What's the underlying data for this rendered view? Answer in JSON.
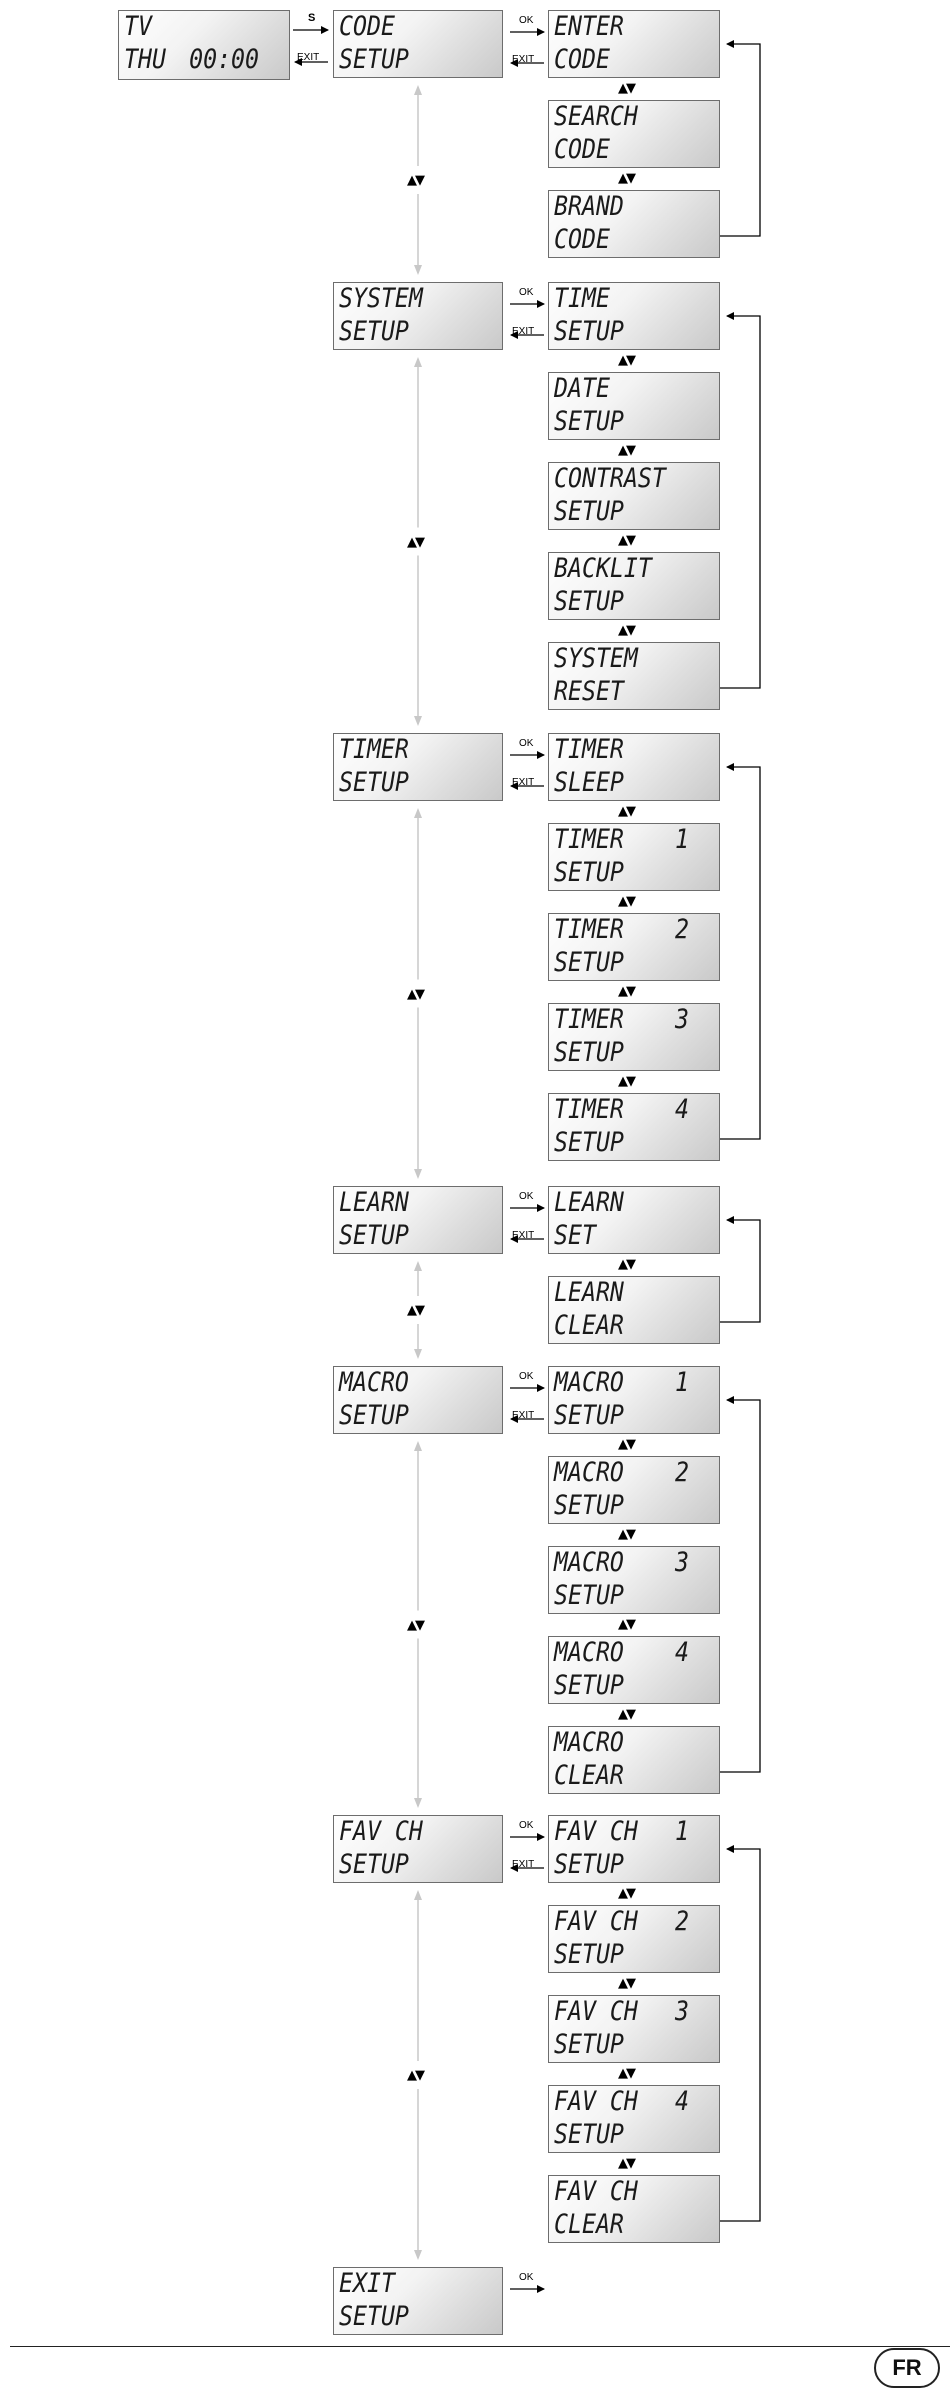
{
  "home": {
    "line1": "TV",
    "line2_left": "THU",
    "line2_right": "00:00"
  },
  "keys": {
    "set": "S",
    "exit": "EXIT",
    "ok": "OK",
    "updown": "▲▼"
  },
  "menus": [
    {
      "line1": "CODE",
      "line2": "SETUP",
      "items": [
        {
          "l1": "ENTER",
          "l2": "CODE"
        },
        {
          "l1": "SEARCH",
          "l2": "CODE"
        },
        {
          "l1": "BRAND",
          "l2": "CODE"
        }
      ]
    },
    {
      "line1": "SYSTEM",
      "line2": "SETUP",
      "items": [
        {
          "l1": "TIME",
          "l2": "SETUP"
        },
        {
          "l1": "DATE",
          "l2": "SETUP"
        },
        {
          "l1": "CONTRAST",
          "l2": "SETUP"
        },
        {
          "l1": "BACKLIT",
          "l2": "SETUP"
        },
        {
          "l1": "SYSTEM",
          "l2": "RESET"
        }
      ]
    },
    {
      "line1": "TIMER",
      "line2": "SETUP",
      "items": [
        {
          "l1": "TIMER",
          "l2": "SLEEP"
        },
        {
          "l1": "TIMER",
          "n": "1",
          "l2": "SETUP"
        },
        {
          "l1": "TIMER",
          "n": "2",
          "l2": "SETUP"
        },
        {
          "l1": "TIMER",
          "n": "3",
          "l2": "SETUP"
        },
        {
          "l1": "TIMER",
          "n": "4",
          "l2": "SETUP"
        }
      ]
    },
    {
      "line1": "LEARN",
      "line2": "SETUP",
      "items": [
        {
          "l1": "LEARN",
          "l2": "SET"
        },
        {
          "l1": "LEARN",
          "l2": "CLEAR"
        }
      ]
    },
    {
      "line1": "MACRO",
      "line2": "SETUP",
      "items": [
        {
          "l1": "MACRO",
          "n": "1",
          "l2": "SETUP"
        },
        {
          "l1": "MACRO",
          "n": "2",
          "l2": "SETUP"
        },
        {
          "l1": "MACRO",
          "n": "3",
          "l2": "SETUP"
        },
        {
          "l1": "MACRO",
          "n": "4",
          "l2": "SETUP"
        },
        {
          "l1": "MACRO",
          "l2": "CLEAR"
        }
      ]
    },
    {
      "line1": "FAV CH",
      "line2": "SETUP",
      "items": [
        {
          "l1": "FAV CH",
          "n": "1",
          "l2": "SETUP"
        },
        {
          "l1": "FAV CH",
          "n": "2",
          "l2": "SETUP"
        },
        {
          "l1": "FAV CH",
          "n": "3",
          "l2": "SETUP"
        },
        {
          "l1": "FAV CH",
          "n": "4",
          "l2": "SETUP"
        },
        {
          "l1": "FAV CH",
          "l2": "CLEAR"
        }
      ]
    },
    {
      "line1": "EXIT",
      "line2": "SETUP",
      "items": []
    }
  ],
  "footer": {
    "badge": "FR"
  }
}
